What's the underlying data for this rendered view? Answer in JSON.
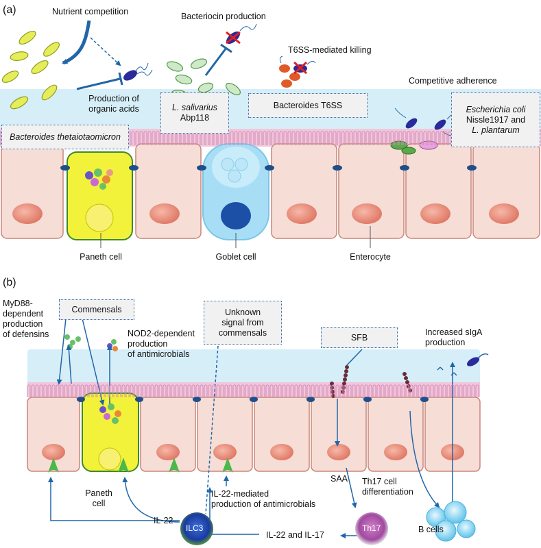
{
  "panel_a": {
    "label": "(a)",
    "nutrient_competition": "Nutrient competition",
    "bacteriocin_production": "Bacteriocin production",
    "t6ss_killing": "T6SS-mediated killing",
    "competitive_adherence": "Competitive adherence",
    "organic_acids_line1": "Production of",
    "organic_acids_line2": "organic acids",
    "box_salivarius_line1": "L. salivarius",
    "box_salivarius_line2": "Abp118",
    "box_bacteroides_t6ss": "Bacteroides T6SS",
    "box_thetaiotaomicron": "Bacteroides thetaiotaomicron",
    "box_ecoli_line1": "Escherichia coli",
    "box_ecoli_line2": "Nissle1917 and",
    "box_ecoli_line3": "L. plantarum",
    "paneth_cell": "Paneth cell",
    "goblet_cell": "Goblet cell",
    "enterocyte": "Enterocyte"
  },
  "panel_b": {
    "label": "(b)",
    "myd88_line1": "MyD88-",
    "myd88_line2": "dependent",
    "myd88_line3": "production",
    "myd88_line4": "of defensins",
    "box_commensals": "Commensals",
    "nod2_line1": "NOD2-dependent",
    "nod2_line2": "production",
    "nod2_line3": "of antimicrobials",
    "box_unknown_line1": "Unknown",
    "box_unknown_line2": "signal from",
    "box_unknown_line3": "commensals",
    "box_sfb": "SFB",
    "siga_line1": "Increased sIgA",
    "siga_line2": "production",
    "paneth_line1": "Paneth",
    "paneth_line2": "cell",
    "il22": "IL-22",
    "ilc3": "ILC3",
    "il22_mediated_line1": "IL-22-mediated",
    "il22_mediated_line2": "production of antimicrobials",
    "saa": "SAA",
    "th17_diff_line1": "Th17 cell",
    "th17_diff_line2": "differentiation",
    "th17": "Th17",
    "il22_il17": "IL-22 and IL-17",
    "b_cells": "B cells"
  },
  "colors": {
    "mucus": "#d6eef8",
    "cell_fill": "#f6ddd6",
    "cell_stroke": "#c9867a",
    "nucleus": "#e88c7c",
    "paneth_fill": "#f2f23a",
    "goblet_fill": "#a8def5",
    "tight_junction": "#1f4f8a",
    "arrow": "#2166a8",
    "brush_border": "#e9b3cf"
  }
}
